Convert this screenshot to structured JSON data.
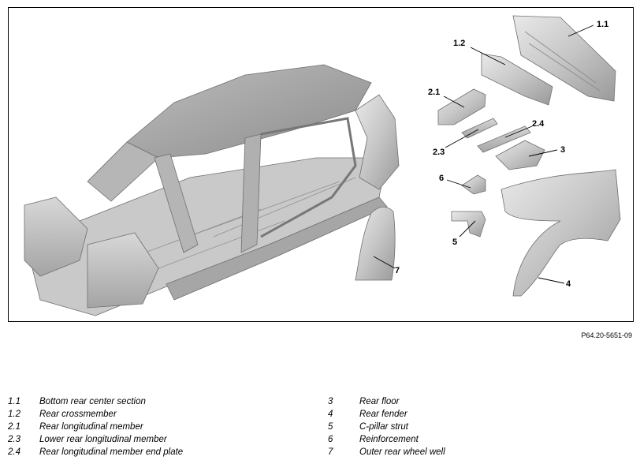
{
  "figure": {
    "code": "P64.20-5651-09",
    "callouts": [
      "1.1",
      "1.2",
      "2.1",
      "2.3",
      "2.4",
      "3",
      "6",
      "5",
      "7",
      "4"
    ]
  },
  "legend": {
    "left": [
      {
        "num": "1.1",
        "text": "Bottom rear center section"
      },
      {
        "num": "1.2",
        "text": "Rear crossmember"
      },
      {
        "num": "2.1",
        "text": "Rear longitudinal member"
      },
      {
        "num": "2.3",
        "text": "Lower rear longitudinal member"
      },
      {
        "num": "2.4",
        "text": "Rear longitudinal member end plate"
      }
    ],
    "right": [
      {
        "num": "3",
        "text": "Rear floor"
      },
      {
        "num": "4",
        "text": "Rear fender"
      },
      {
        "num": "5",
        "text": "C-pillar strut"
      },
      {
        "num": "6",
        "text": "Reinforcement"
      },
      {
        "num": "7",
        "text": "Outer rear wheel well"
      }
    ]
  }
}
